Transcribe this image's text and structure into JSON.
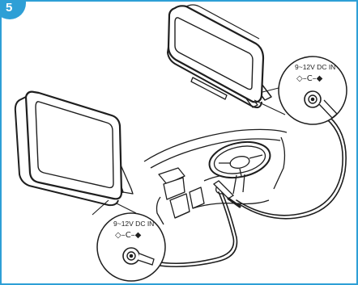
{
  "step": {
    "number": "5"
  },
  "connectors": [
    {
      "label": "9~12V DC IN",
      "polarity": "◇–C–◆"
    },
    {
      "label": "9~12V DC IN",
      "polarity": "◇–C–◆"
    }
  ],
  "colors": {
    "frame": "#2e9fd6",
    "badge": "#2e9fd6",
    "line": "#1e1e1e"
  }
}
